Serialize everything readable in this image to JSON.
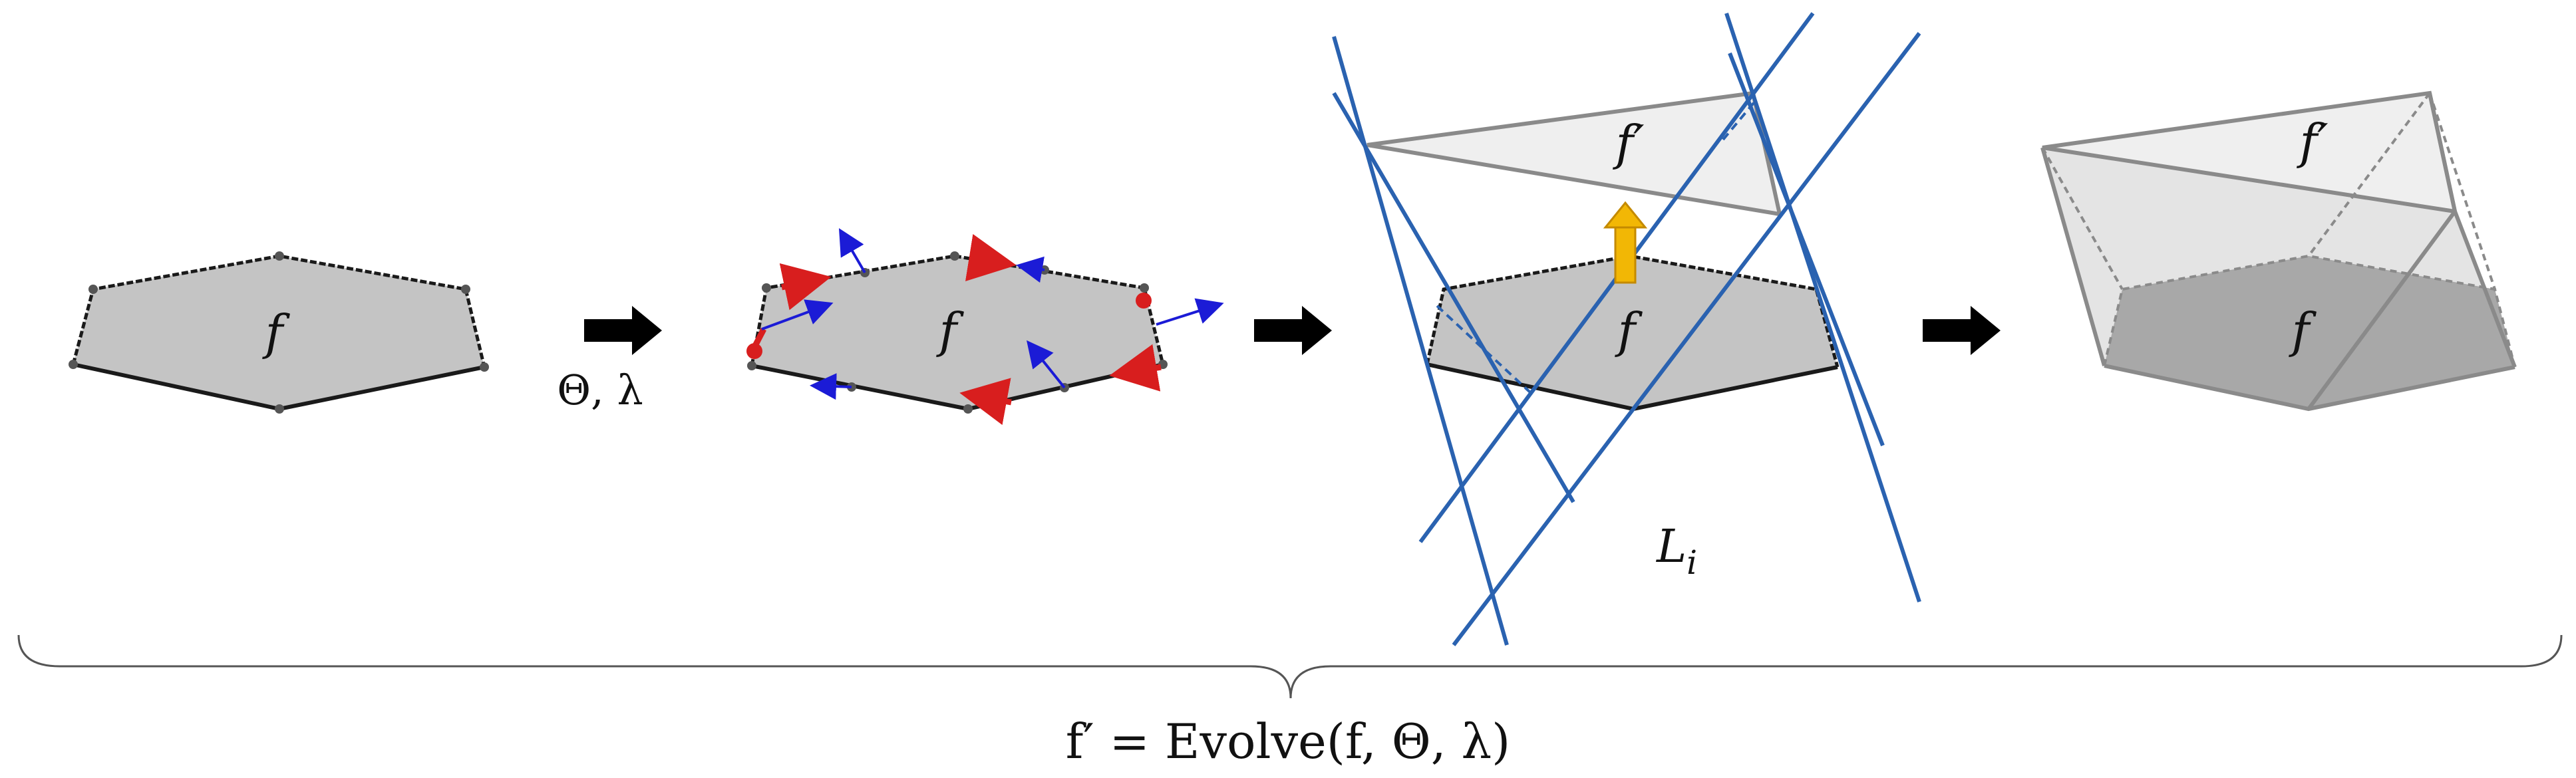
{
  "panels": [
    {
      "face_label": "f"
    },
    {
      "face_label": "f"
    },
    {
      "face_label": "f",
      "evolved_label": "f′",
      "lines_label": "L",
      "lines_label_sub": "i"
    },
    {
      "face_label": "f",
      "evolved_label": "f′"
    }
  ],
  "step1_params": "Θ, λ",
  "formula": "f′ = Evolve(f, Θ, λ)",
  "colors": {
    "face_fill": "#c4c4c4",
    "face_edge": "#1a1a1a",
    "vertex": "#555555",
    "red_vector": "#d81e1e",
    "blue_vector": "#1b1bd6",
    "line_blue": "#2a62b0",
    "arrow_yellow": "#f2b705",
    "arrow_black": "#000000",
    "prism_top": "#efefef",
    "prism_side": "#e4e4e4",
    "prism_bottom": "#a8a8a8",
    "prism_edge": "#8a8a8a"
  },
  "icons": [
    "right-arrow-icon",
    "up-arrow-icon"
  ]
}
